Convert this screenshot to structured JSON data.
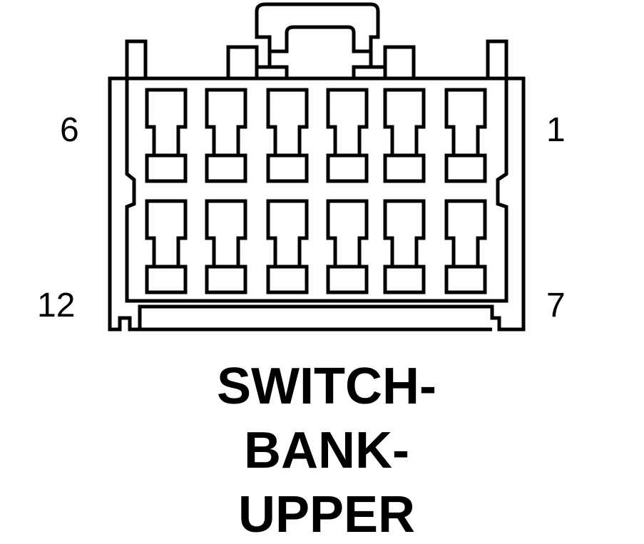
{
  "connector": {
    "pin_labels": {
      "top_left": "6",
      "top_right": "1",
      "bottom_left": "12",
      "bottom_right": "7"
    },
    "rows": 2,
    "cavities_per_row": 6
  },
  "title": {
    "line1": "SWITCH-",
    "line2": "BANK-",
    "line3": "UPPER"
  }
}
